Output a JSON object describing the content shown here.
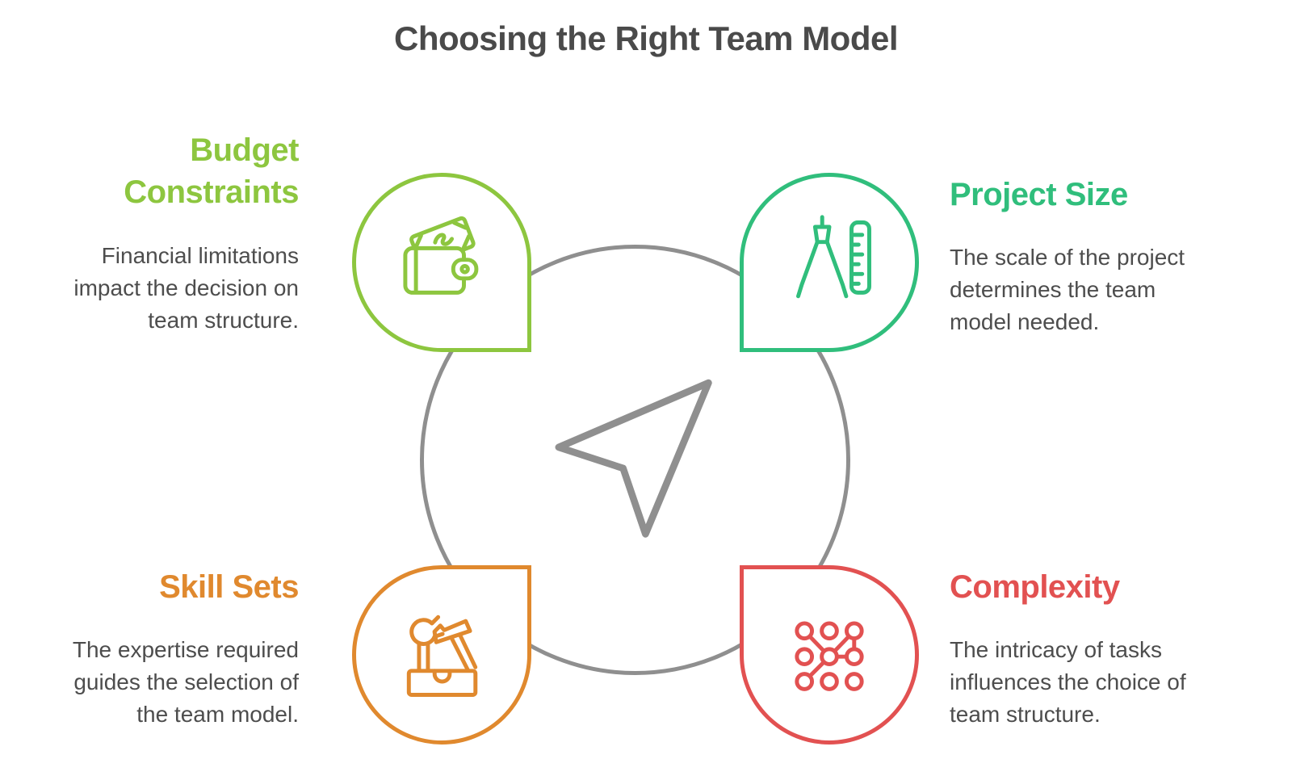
{
  "title": "Choosing the Right Team Model",
  "quadrants": {
    "budget": {
      "heading": "Budget\nConstraints",
      "description": "Financial limitations\nimpact the decision on\nteam structure.",
      "color": "#8DC63F",
      "icon": "wallet-money-icon"
    },
    "project_size": {
      "heading": "Project Size",
      "description": "The scale of the project\ndetermines the team\nmodel needed.",
      "color": "#30BE7C",
      "icon": "compass-ruler-icon"
    },
    "skill_sets": {
      "heading": "Skill Sets",
      "description": "The expertise required\nguides the selection of\nthe team model.",
      "color": "#E0892E",
      "icon": "toolbox-tools-icon"
    },
    "complexity": {
      "heading": "Complexity",
      "description": "The intricacy of tasks\ninfluences the choice of\nteam structure.",
      "color": "#E25151",
      "icon": "network-nodes-icon"
    }
  },
  "center": {
    "icon": "navigation-arrow-icon",
    "ring_color": "#8F8F8F"
  },
  "text_color": "#4D4D4D",
  "title_color": "#4A4A4A"
}
